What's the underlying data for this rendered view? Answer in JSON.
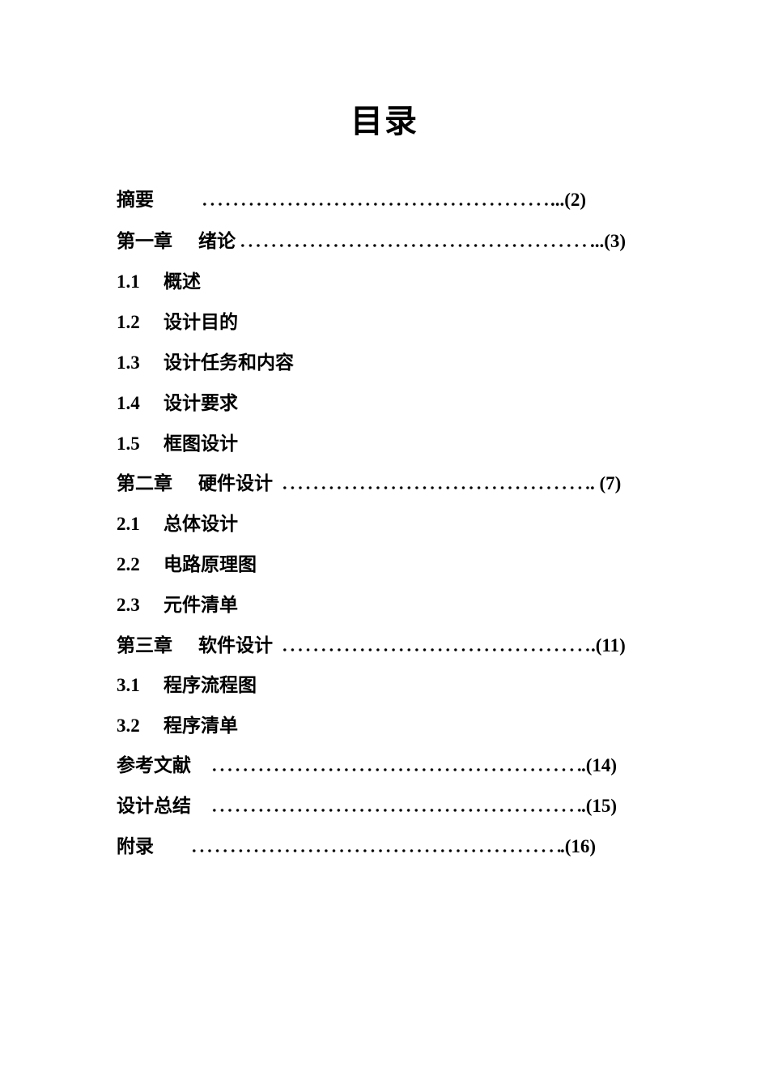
{
  "document": {
    "title": "目录",
    "toc": [
      {
        "type": "front",
        "label": "摘要",
        "page_ref": "...(2)"
      },
      {
        "type": "chapter",
        "chapter": "第一章",
        "label": "绪论",
        "page_ref": "...(3)"
      },
      {
        "type": "section",
        "number": "1.1",
        "label": "概述"
      },
      {
        "type": "section",
        "number": "1.2",
        "label": "设计目的"
      },
      {
        "type": "section",
        "number": "1.3",
        "label": "设计任务和内容"
      },
      {
        "type": "section",
        "number": "1.4",
        "label": "设计要求"
      },
      {
        "type": "section",
        "number": "1.5",
        "label": "框图设计"
      },
      {
        "type": "chapter",
        "chapter": "第二章",
        "label": "硬件设计",
        "page_ref": ". (7)"
      },
      {
        "type": "section",
        "number": "2.1",
        "label": "总体设计"
      },
      {
        "type": "section",
        "number": "2.2",
        "label": "电路原理图"
      },
      {
        "type": "section",
        "number": "2.3",
        "label": "元件清单"
      },
      {
        "type": "chapter",
        "chapter": "第三章",
        "label": "软件设计",
        "page_ref": ".(11)"
      },
      {
        "type": "section",
        "number": "3.1",
        "label": "程序流程图"
      },
      {
        "type": "section",
        "number": "3.2",
        "label": "程序清单"
      },
      {
        "type": "back",
        "label": "参考文献",
        "page_ref": ".(14)"
      },
      {
        "type": "back",
        "label": "设计总结",
        "page_ref": ".(15)"
      },
      {
        "type": "back",
        "label": "附录",
        "page_ref": ".(16)"
      }
    ]
  }
}
